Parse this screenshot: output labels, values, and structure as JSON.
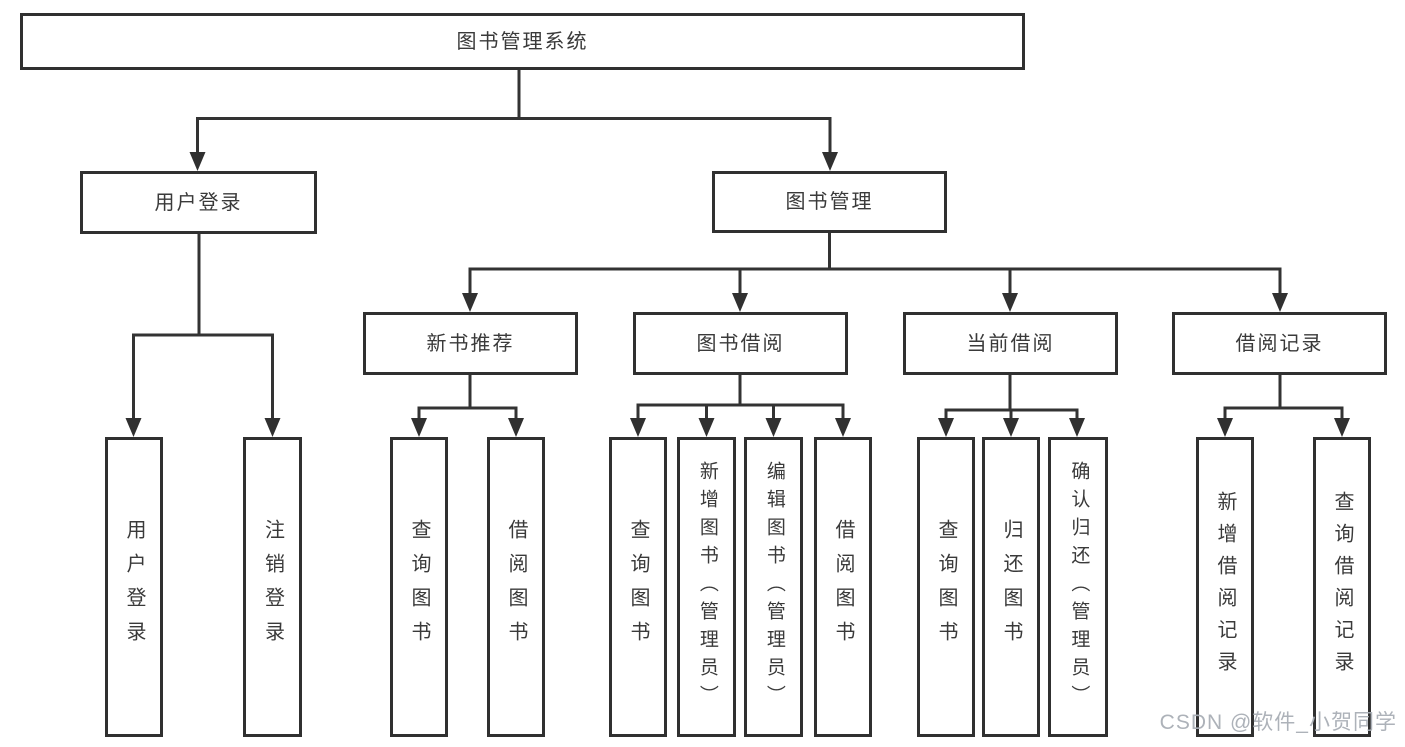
{
  "diagram": {
    "root": {
      "label": "图书管理系统"
    },
    "branches": [
      {
        "label": "用户登录",
        "leaves": [
          "用户登录",
          "注销登录"
        ]
      },
      {
        "label": "图书管理",
        "groups": [
          {
            "label": "新书推荐",
            "leaves": [
              "查询图书",
              "借阅图书"
            ]
          },
          {
            "label": "图书借阅",
            "leaves": [
              "查询图书",
              "新增图书（管理员）",
              "编辑图书（管理员）",
              "借阅图书"
            ]
          },
          {
            "label": "当前借阅",
            "leaves": [
              "查询图书",
              "归还图书",
              "确认归还（管理员）"
            ]
          },
          {
            "label": "借阅记录",
            "leaves": [
              "新增借阅记录",
              "查询借阅记录"
            ]
          }
        ]
      }
    ]
  },
  "watermark": "CSDN @软件_小贺同学",
  "colors": {
    "line": "#333333",
    "box_border": "#303030",
    "box_fill": "#ffffff",
    "text": "#3a3a3a",
    "watermark": "#a9aeb5"
  }
}
